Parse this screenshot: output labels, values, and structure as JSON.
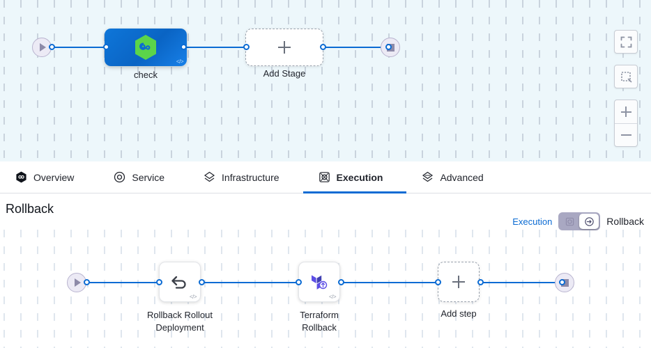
{
  "canvas_top": {
    "start_node": {
      "icon": "play-icon"
    },
    "stage": {
      "label": "check",
      "icon": "harness-hexagon-icon",
      "badge": "</>"
    },
    "add_stage": {
      "label": "Add Stage",
      "icon": "plus-icon"
    },
    "end_node": {
      "icon": "stop-icon"
    },
    "tools": {
      "fullscreen": "fullscreen-icon",
      "select": "marquee-select-icon",
      "zoom_in": "zoom-in-icon",
      "zoom_out": "zoom-out-icon"
    }
  },
  "tabs": [
    {
      "label": "Overview",
      "icon": "harness-hexagon-icon",
      "active": false
    },
    {
      "label": "Service",
      "icon": "service-circle-icon",
      "active": false
    },
    {
      "label": "Infrastructure",
      "icon": "infrastructure-layers-icon",
      "active": false
    },
    {
      "label": "Execution",
      "icon": "execution-icon",
      "active": true
    },
    {
      "label": "Advanced",
      "icon": "advanced-layers-icon",
      "active": false
    }
  ],
  "sub_header": {
    "title": "Rollback",
    "toggle": {
      "left_label": "Execution",
      "right_label": "Rollback",
      "selected": "Rollback",
      "left_icon": "execution-icon",
      "right_icon": "rollback-arrow-icon"
    }
  },
  "canvas_bottom": {
    "start_node": {
      "icon": "play-icon"
    },
    "steps": [
      {
        "label_line1": "Rollback Rollout",
        "label_line2": "Deployment",
        "icon": "undo-arrow-icon",
        "badge": "</>"
      },
      {
        "label_line1": "Terraform",
        "label_line2": "Rollback",
        "icon": "terraform-icon",
        "badge": "</>"
      }
    ],
    "add_step": {
      "label": "Add step",
      "icon": "plus-icon"
    },
    "end_node": {
      "icon": "stop-icon"
    }
  },
  "colors": {
    "accent_blue": "#0b6bd3",
    "stage_blue": "#0a64c4",
    "harness_green": "#5bd44a",
    "terraform_purple": "#5c4ee5",
    "canvas_top_bg": "#edf7fb"
  }
}
